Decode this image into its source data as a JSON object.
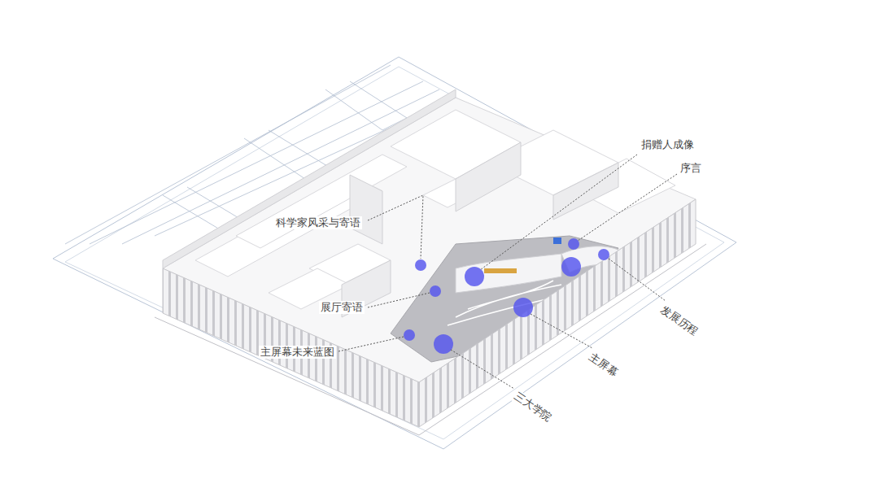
{
  "diagram": {
    "labels": [
      "捐赠人成像",
      "序言",
      "科学家风采与寄语",
      "展厅寄语",
      "主屏幕未来蓝图",
      "三大学院",
      "主屏幕",
      "发展历程"
    ]
  }
}
